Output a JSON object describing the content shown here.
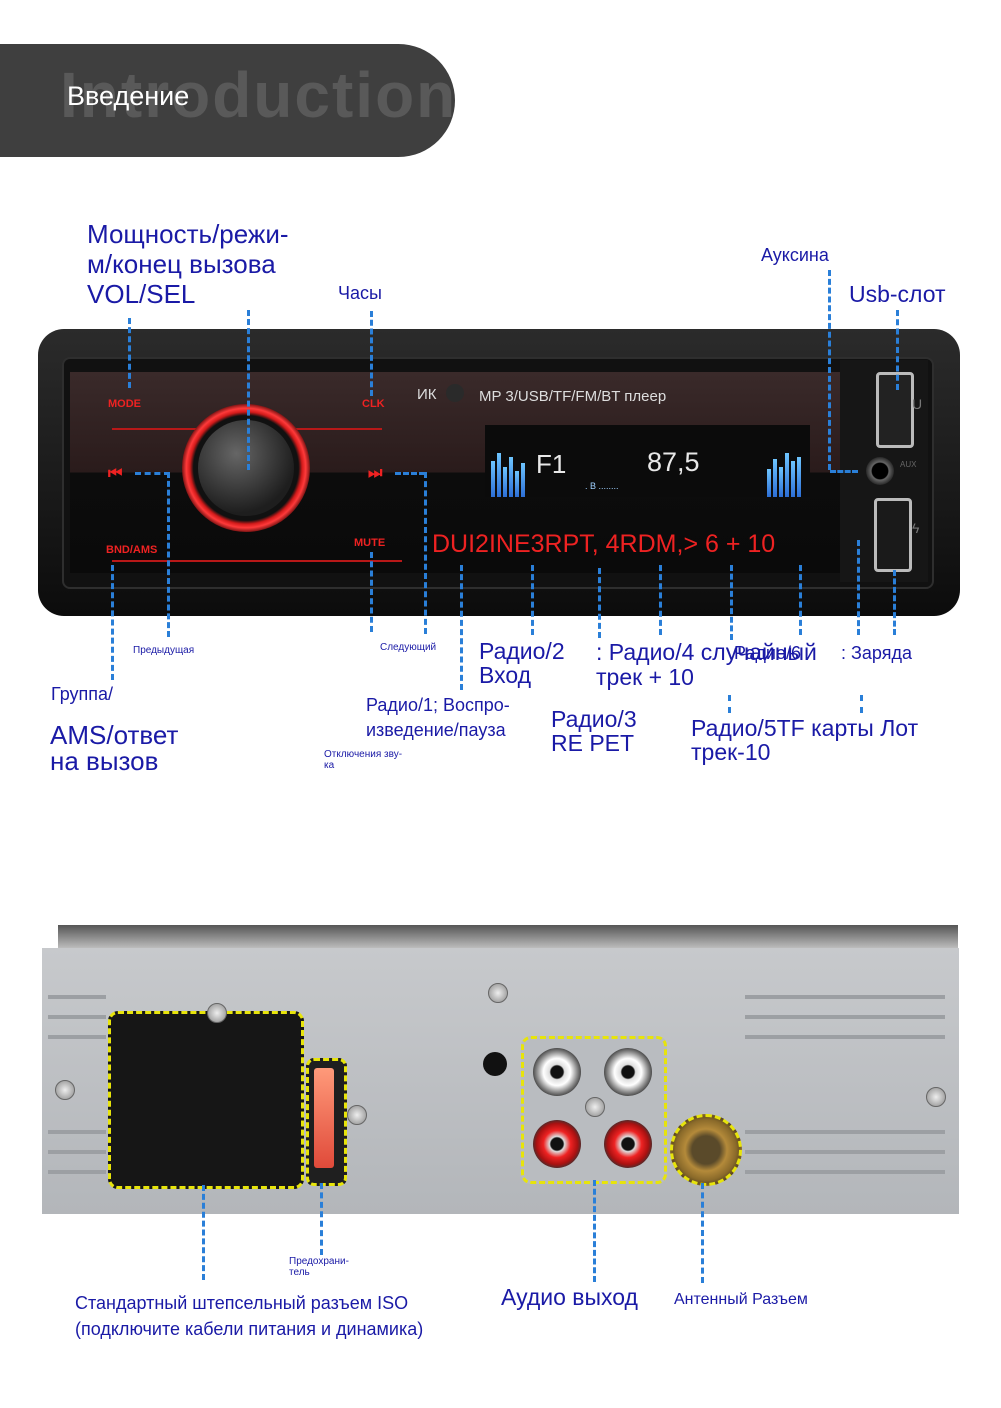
{
  "header": {
    "title": "Введение",
    "ghost_text": "Introduction"
  },
  "front_panel": {
    "labels": {
      "power": "Мощность/режи-\nм/конец вызова\nVOL/SEL",
      "clock": "Часы",
      "aux": "Ауксина",
      "usb_slot": "Usb-слот",
      "previous": "Предыдущая",
      "next": "Следующий",
      "group": "Группа/",
      "ams": "AMS/ответ\nна вызов",
      "radio1": "Радио/1; Воспро-\nизведение/пауза",
      "mute_off": "Отключения зву-\nка",
      "radio2": "Радио/2\nВход",
      "radio3": "Радио/3\nRE PET",
      "radio4": ": Радио/4 случайный\nтрек + 10",
      "radio6": "Радио/6",
      "charge": ": Заряда",
      "radio5": "Радио/5TF карты Лот\nтрек-10"
    },
    "device": {
      "ir_label": "ИК",
      "player_label": "MP 3/USB/TF/FM/BT плеер",
      "display_band": "F1",
      "display_freq": "87,5",
      "display_sub": ". В ........",
      "button_strip": "DUI2INE3RPT, 4RDM,>  6 + 10",
      "btn_mute": "MUTE",
      "btn_bnd": "BND/AMS",
      "btn_clk": "CLK",
      "btn_mode": "MODE",
      "usb_mark": "U",
      "aux_mark": "AUX"
    }
  },
  "back_panel": {
    "labels": {
      "fuse": "Предохрани-\nтель",
      "iso": "Стандартный штепсельный разъем ISO\n(подключите кабели питания и динамика)",
      "audio_out": "Аудио выход",
      "antenna": "Антенный Разъем"
    }
  },
  "colors": {
    "label": "#1a1aa6",
    "leader": "#2a7fd8",
    "highlight": "#e7e40b",
    "panel_red": "#e22222",
    "header_bg": "#3f3f3f"
  }
}
